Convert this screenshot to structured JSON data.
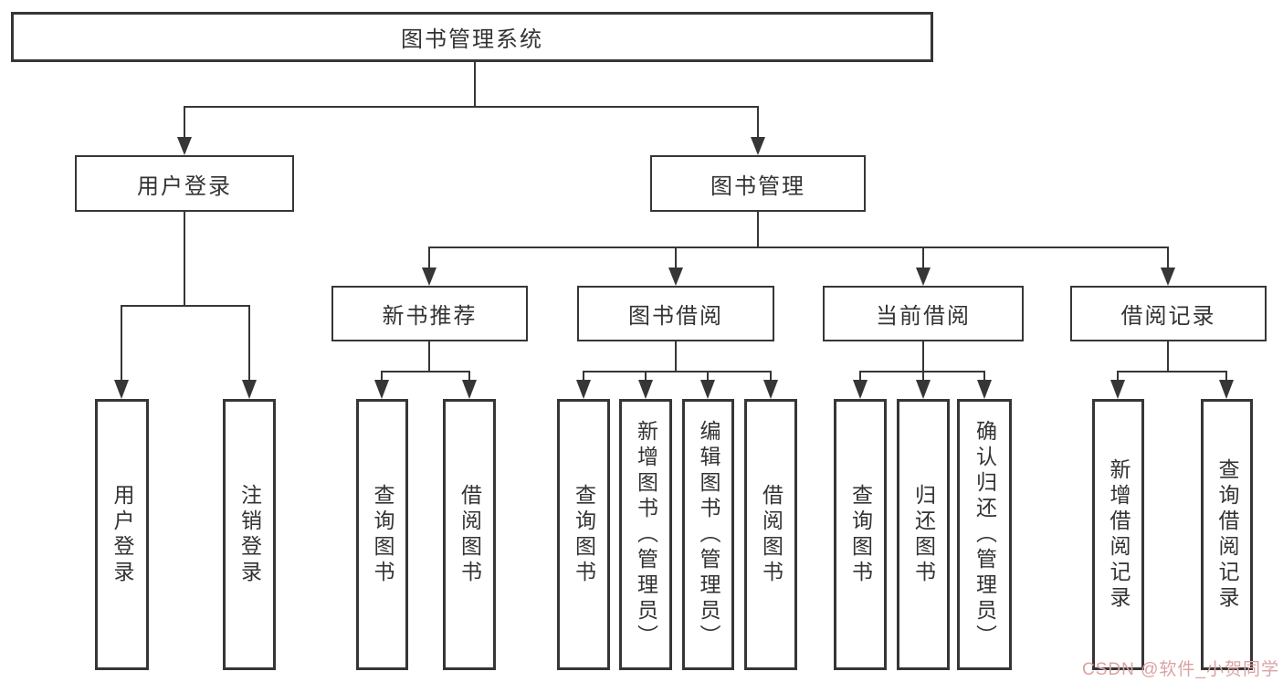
{
  "tree": {
    "label": "图书管理系统",
    "children": [
      {
        "label": "用户登录",
        "children": [
          {
            "label": "用户登录"
          },
          {
            "label": "注销登录"
          }
        ]
      },
      {
        "label": "图书管理",
        "children": [
          {
            "label": "新书推荐",
            "children": [
              {
                "label": "查询图书"
              },
              {
                "label": "借阅图书"
              }
            ]
          },
          {
            "label": "图书借阅",
            "children": [
              {
                "label": "查询图书"
              },
              {
                "label": "新增图书（管理员）"
              },
              {
                "label": "编辑图书（管理员）"
              },
              {
                "label": "借阅图书"
              }
            ]
          },
          {
            "label": "当前借阅",
            "children": [
              {
                "label": "查询图书"
              },
              {
                "label": "归还图书"
              },
              {
                "label": "确认归还（管理员）"
              }
            ]
          },
          {
            "label": "借阅记录",
            "children": [
              {
                "label": "新增借阅记录"
              },
              {
                "label": "查询借阅记录"
              }
            ]
          }
        ]
      }
    ]
  },
  "watermark": {
    "text": "CSDN @软件_小贺同学"
  },
  "colors": {
    "line": "#363636",
    "text": "#333333",
    "background": "#ffffff",
    "watermark": "#dba2a2"
  }
}
